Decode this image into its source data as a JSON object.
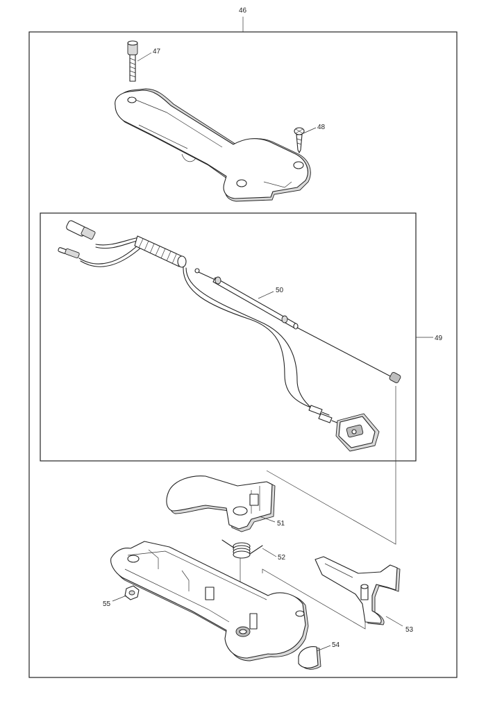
{
  "callouts": {
    "c46": "46",
    "c47": "47",
    "c48": "48",
    "c49": "49",
    "c50": "50",
    "c51": "51",
    "c52": "52",
    "c53": "53",
    "c54": "54",
    "c55": "55"
  }
}
